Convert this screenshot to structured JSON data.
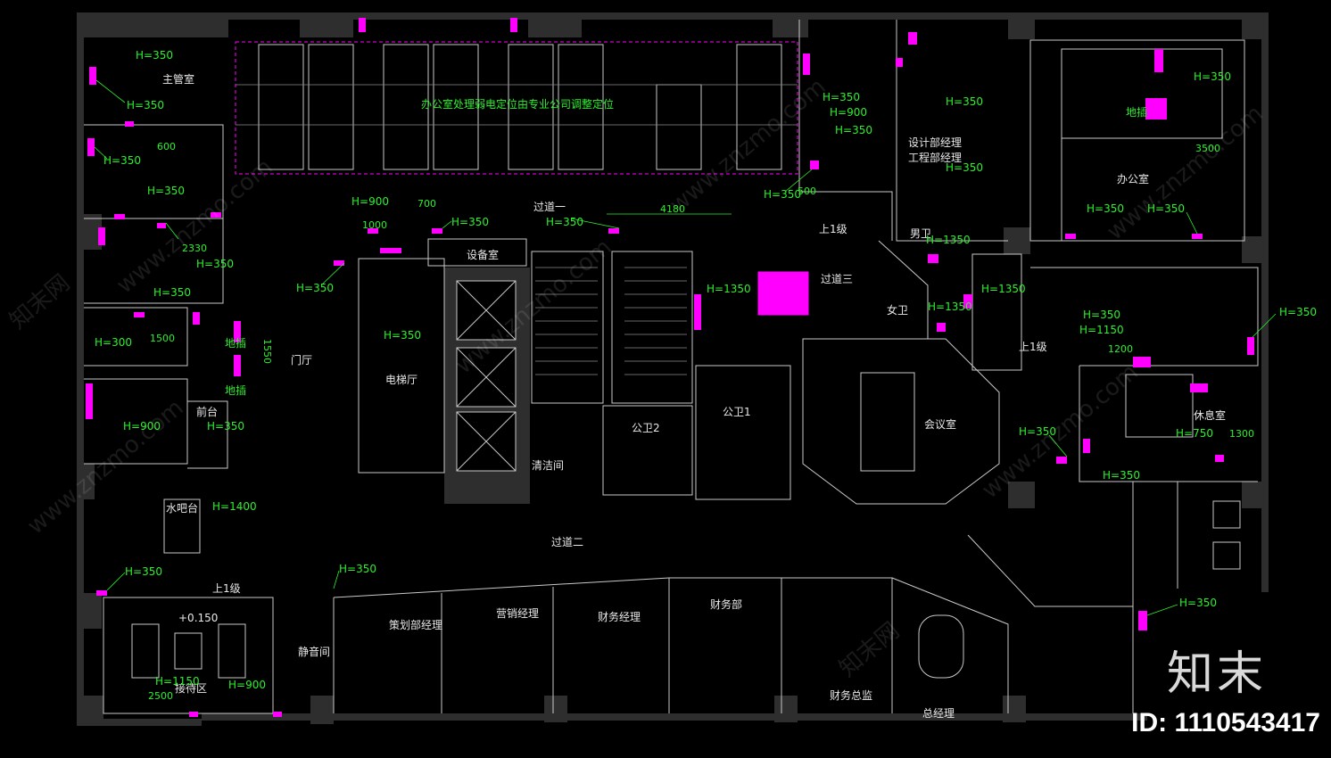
{
  "rooms": {
    "office_area_note": "办公室处理弱电定位由专业公司调整定位",
    "equipment_room": "设备室",
    "elevator_hall": "电梯厅",
    "lobby": "门厅",
    "corridor_1": "过道一",
    "corridor_2": "过道二",
    "corridor_3": "过道三",
    "restroom_1": "公卫1",
    "restroom_2": "公卫2",
    "cleaning_room": "清洁间",
    "meeting_room": "会议室",
    "office": "办公室",
    "design_manager": "设计部经理",
    "engineering_manager": "工程部经理",
    "mens_room": "男卫",
    "womens_room": "女卫",
    "lounge": "休息室",
    "water_bar": "水吧台",
    "front_desk": "前台",
    "reception": "接待区",
    "quiet_room": "静音间",
    "finance_manager": "财务经理",
    "finance_dept": "财务部",
    "finance_director": "财务总监",
    "general_manager": "总经理",
    "sales_manager": "营销经理",
    "marketing_manager": "策划部经理",
    "manager_office": "主管室",
    "up_one_step": "上1级",
    "level_mark": "+0.150"
  },
  "annotations": {
    "h350": "H=350",
    "h300": "H=300",
    "h900": "H=900",
    "h1400": "H=1400",
    "h1150": "H=1150",
    "h1350": "H=1350",
    "h750": "H=750",
    "ground_socket": "地插"
  },
  "dimensions": {
    "d4180": "4180",
    "d1000": "1000",
    "d2330": "2330",
    "d1500": "1500",
    "d1550": "1550",
    "d2500": "2500",
    "d3500": "3500",
    "d600": "600",
    "d500": "500",
    "d700": "700",
    "d1300": "1300",
    "d1200": "1200"
  },
  "watermark": {
    "site": "www.znzmo.com",
    "brand_cn": "知末网"
  },
  "brand": "知末",
  "image_id": "ID: 1110543417"
}
